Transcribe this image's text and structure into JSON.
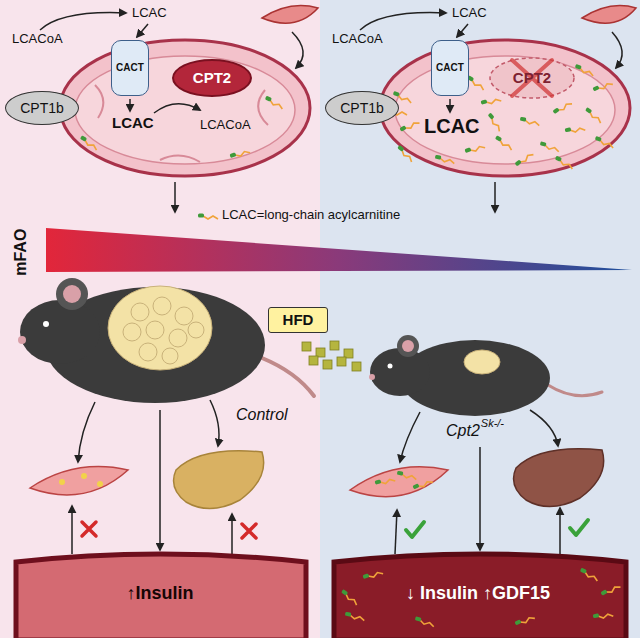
{
  "diagram": {
    "nodes": [
      {
        "text": [
          "CPT1b"
        ]
      },
      {
        "text": [
          "CACT"
        ]
      },
      {
        "text": [
          "CPT2"
        ]
      },
      {
        "text": [
          "CPT1b"
        ]
      },
      {
        "text": [
          "CACT"
        ]
      },
      {
        "text": [
          "CPT2"
        ]
      },
      {
        "text": [
          "HFD"
        ]
      },
      {
        "text": [
          "↑Insulin"
        ]
      },
      {
        "text": [
          "↓ Insulin ↑GDF15"
        ]
      }
    ],
    "labels": [
      "LCACoA",
      "LCAC",
      "LCAC",
      "LCACoA",
      "LCACoA",
      "LCAC",
      "LCAC",
      "LCAC=long-chain acylcarnitine",
      "mFAO",
      "Control",
      "Cpt2",
      "Sk-/-"
    ]
  }
}
